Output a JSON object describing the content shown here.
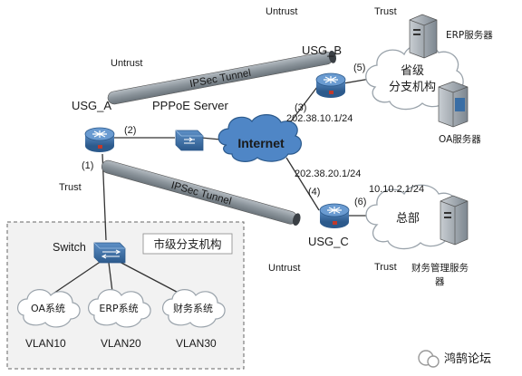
{
  "zones": {
    "untrust_top_left": "Untrust",
    "untrust_top_center": "Untrust",
    "trust_top_right": "Trust",
    "trust_left": "Trust",
    "untrust_bottom": "Untrust",
    "trust_bottom_right": "Trust"
  },
  "devices": {
    "usg_a": "USG_A",
    "usg_b": "USG_B",
    "usg_c": "USG_C",
    "pppoe_server": "PPPoE Server",
    "switch": "Switch"
  },
  "clouds": {
    "internet": "Internet",
    "province_line1": "省级",
    "province_line2": "分支机构",
    "hq": "总部",
    "oa_system": "OA系统",
    "erp_system": "ERP系统",
    "finance_system": "财务系统"
  },
  "servers": {
    "erp_server": "ERP服务器",
    "oa_server": "OA服务器",
    "finance_server_line1": "财务管理服务",
    "finance_server_line2": "器"
  },
  "tunnels": {
    "top": "IPSec Tunnel",
    "bottom": "IPSec Tunnel"
  },
  "ports": {
    "p1": "(1)",
    "p2": "(2)",
    "p3": "(3)",
    "p4": "(4)",
    "p5": "(5)",
    "p6": "(6)"
  },
  "addresses": {
    "usg_b_wan": "202.38.10.1/24",
    "usg_c_wan": "202.38.20.1/24",
    "usg_c_lan": "10.10.2.1/24"
  },
  "branch": {
    "title": "市级分支机构",
    "vlan10": "VLAN10",
    "vlan20": "VLAN20",
    "vlan30": "VLAN30"
  },
  "watermark": "鸿鹄论坛",
  "colors": {
    "device_blue": "#3a6ea5",
    "tunnel_gray": "#8e979e",
    "cloud_stroke": "#9aa3ab",
    "box_dash": "#666666"
  }
}
